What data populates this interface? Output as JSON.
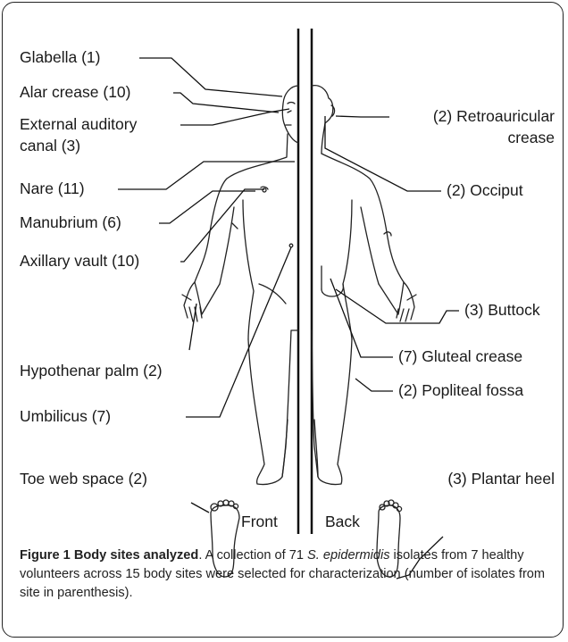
{
  "figure": {
    "front_labels": {
      "glabella": "Glabella (1)",
      "alar_crease": "Alar crease (10)",
      "external_auditory_line1": "External auditory",
      "external_auditory_line2": "canal (3)",
      "nare": "Nare (11)",
      "manubrium": "Manubrium (6)",
      "axillary_vault": "Axillary vault (10)",
      "hypothenar_palm": "Hypothenar palm (2)",
      "umbilicus": "Umbilicus (7)",
      "toe_web_space": "Toe web space (2)"
    },
    "back_labels": {
      "retroauricular_line1": "(2) Retroauricular",
      "retroauricular_line2": "crease",
      "occiput": "(2) Occiput",
      "buttock": "(3) Buttock",
      "gluteal_crease": "(7) Gluteal crease",
      "popliteal_fossa": "(2) Popliteal fossa",
      "plantar_heel": "(3) Plantar heel"
    },
    "view_front": "Front",
    "view_back": "Back"
  },
  "caption": {
    "title": "Figure 1 Body sites analyzed",
    "text_before_species": ". A collection of 71 ",
    "species": "S. epidermidis",
    "text_after_species": " isolates from 7 healthy volunteers across 15 body sites were selected for characterization (number of isolates from site in parenthesis)."
  }
}
